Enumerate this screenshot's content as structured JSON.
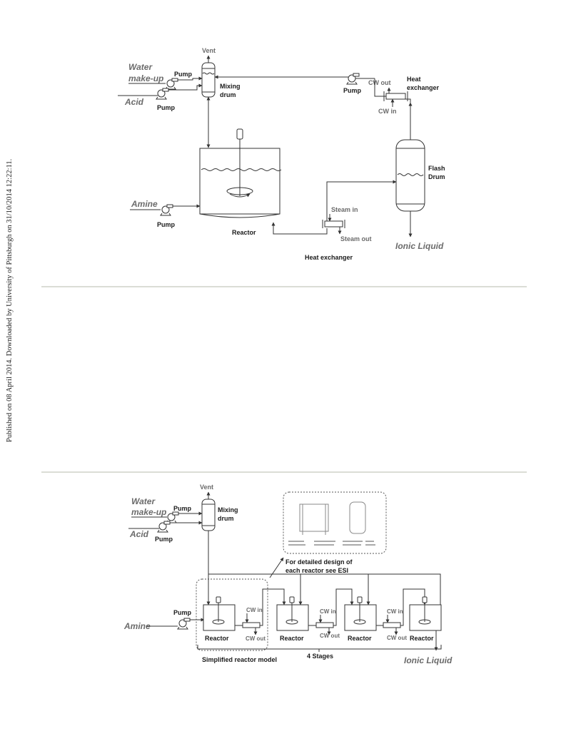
{
  "side_note": "Published on 08 April 2014. Downloaded by University of Pittsburgh on 31/10/2014 12:22:11.",
  "fig1": {
    "vent": "Vent",
    "water1": "Water",
    "water2": "make-up",
    "acid": "Acid",
    "pump_water": "Pump",
    "pump_acid": "Pump",
    "mixing1": "Mixing",
    "mixing2": "drum",
    "pump_cw": "Pump",
    "cw_out": "CW out",
    "cw_in": "CW in",
    "hx_top1": "Heat",
    "hx_top2": "exchanger",
    "flash1": "Flash",
    "flash2": "Drum",
    "amine": "Amine",
    "pump_amine": "Pump",
    "reactor": "Reactor",
    "steam_in": "Steam in",
    "steam_out": "Steam out",
    "hx_bottom": "Heat exchanger",
    "ionic": "Ionic Liquid"
  },
  "fig2": {
    "vent": "Vent",
    "water1": "Water",
    "water2": "make-up",
    "acid": "Acid",
    "pump_water": "Pump",
    "pump_acid": "Pump",
    "mixing1": "Mixing",
    "mixing2": "drum",
    "note1": "For detailed design of",
    "note2": "each reactor see ESI",
    "amine": "Amine",
    "pump_amine": "Pump",
    "stages": [
      {
        "reactor": "Reactor",
        "cw_in": "CW in",
        "cw_out": "CW out"
      },
      {
        "reactor": "Reactor",
        "cw_in": "CW in",
        "cw_out": "CW out"
      },
      {
        "reactor": "Reactor",
        "cw_in": "CW in",
        "cw_out": "CW out"
      },
      {
        "reactor": "Reactor"
      }
    ],
    "stages_label": "4 Stages",
    "simplified": "Simplified reactor model",
    "ionic": "Ionic Liquid"
  }
}
